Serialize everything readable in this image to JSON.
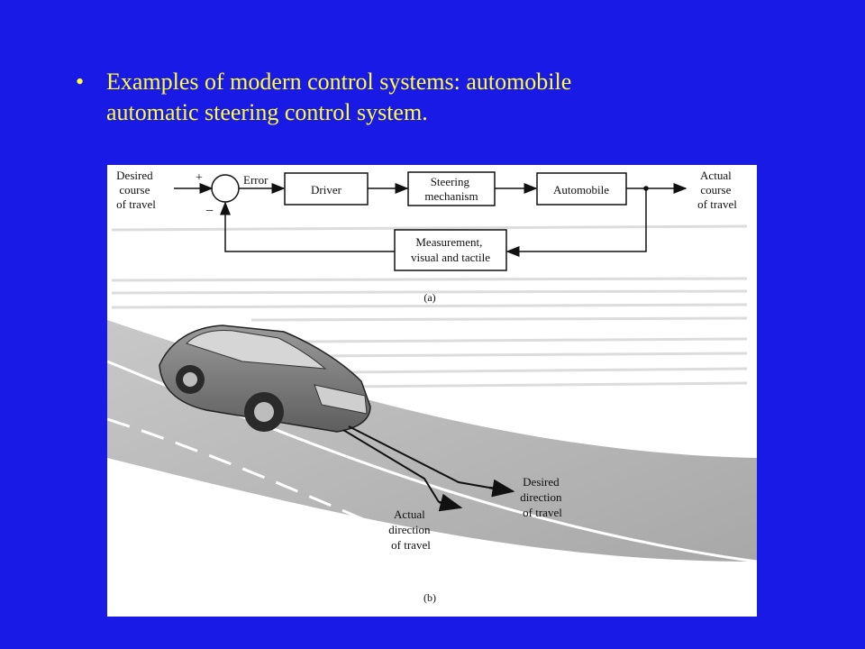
{
  "slide": {
    "bullet": "•",
    "title_line1": "Examples of modern control systems: automobile",
    "title_line2": "automatic steering control system."
  },
  "diagram_a": {
    "input_label": [
      "Desired",
      "course",
      "of travel"
    ],
    "plus_sign": "+",
    "minus_sign": "−",
    "error_label": "Error",
    "blocks": {
      "driver": "Driver",
      "steering": [
        "Steering",
        "mechanism"
      ],
      "automobile": "Automobile",
      "measurement": [
        "Measurement,",
        "visual and tactile"
      ]
    },
    "output_label": [
      "Actual",
      "course",
      "of travel"
    ],
    "caption": "(a)"
  },
  "illustration_b": {
    "desired_label": [
      "Desired",
      "direction",
      "of travel"
    ],
    "actual_label": [
      "Actual",
      "direction",
      "of travel"
    ],
    "caption": "(b)"
  },
  "colors": {
    "background": "#1a1ae6",
    "title_text": "#ffff33"
  }
}
